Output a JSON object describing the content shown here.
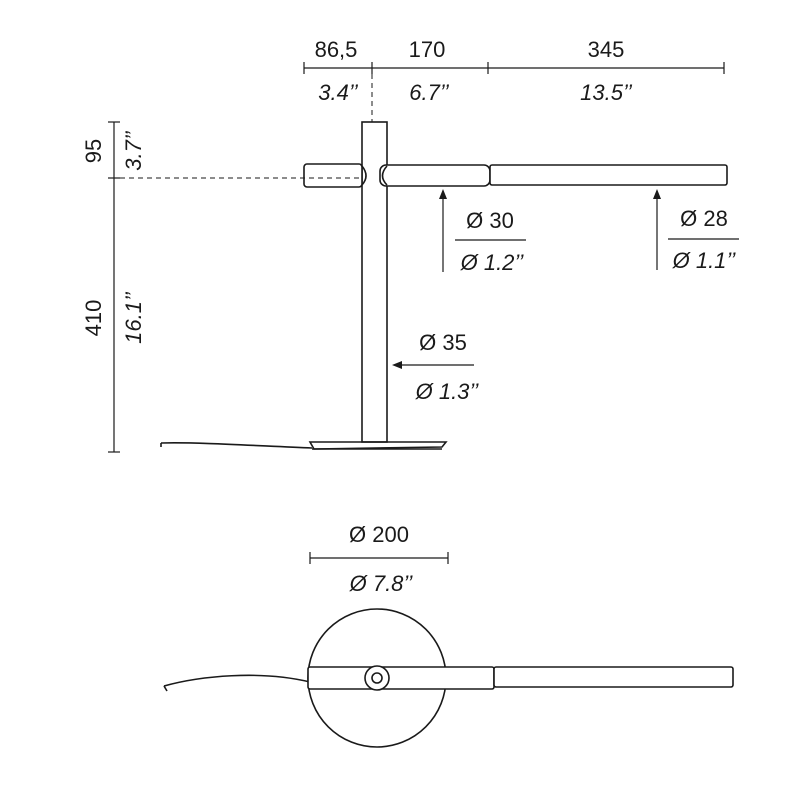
{
  "dimensions": {
    "top": {
      "d1_mm": "86,5",
      "d1_in": "3.4’’",
      "d2_mm": "170",
      "d2_in": "6.7’’",
      "d3_mm": "345",
      "d3_in": "13.5’’"
    },
    "vertical": {
      "h1_mm": "95",
      "h1_in": "3.7’’",
      "h2_mm": "410",
      "h2_in": "16.1’’"
    },
    "diameters": {
      "arm_inner_mm": "Ø 30",
      "arm_inner_in": "Ø 1.2’’",
      "arm_outer_mm": "Ø 28",
      "arm_outer_in": "Ø 1.1’’",
      "stem_mm": "Ø 35",
      "stem_in": "Ø 1.3’’",
      "base_mm": "Ø 200",
      "base_in": "Ø 7.8’’"
    }
  }
}
